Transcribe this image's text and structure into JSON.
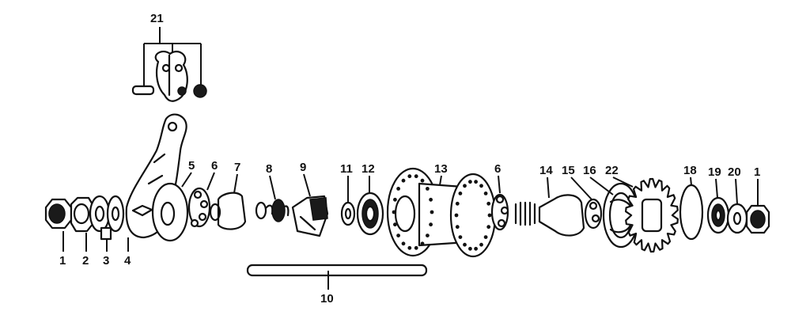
{
  "diagram": {
    "labels": [
      {
        "id": "l21",
        "text": "21"
      },
      {
        "id": "l1a",
        "text": "1"
      },
      {
        "id": "l2",
        "text": "2"
      },
      {
        "id": "l3",
        "text": "3"
      },
      {
        "id": "l4",
        "text": "4"
      },
      {
        "id": "l5",
        "text": "5"
      },
      {
        "id": "l6a",
        "text": "6"
      },
      {
        "id": "l7",
        "text": "7"
      },
      {
        "id": "l8",
        "text": "8"
      },
      {
        "id": "l9",
        "text": "9"
      },
      {
        "id": "l11",
        "text": "11"
      },
      {
        "id": "l12",
        "text": "12"
      },
      {
        "id": "l13",
        "text": "13"
      },
      {
        "id": "l6b",
        "text": "6"
      },
      {
        "id": "l14",
        "text": "14"
      },
      {
        "id": "l15",
        "text": "15"
      },
      {
        "id": "l16",
        "text": "16"
      },
      {
        "id": "l22",
        "text": "22"
      },
      {
        "id": "l18",
        "text": "18"
      },
      {
        "id": "l19",
        "text": "19"
      },
      {
        "id": "l20",
        "text": "20"
      },
      {
        "id": "l1b",
        "text": "1"
      },
      {
        "id": "l10",
        "text": "10"
      }
    ]
  }
}
